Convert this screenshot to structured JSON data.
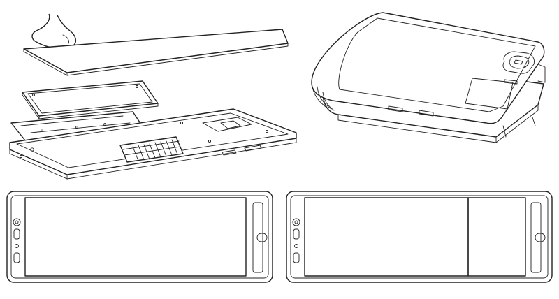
{
  "colors": {
    "ink": "#222222",
    "paper": "#ffffff"
  },
  "figures": [
    {
      "name": "exploded-view",
      "icon": "phone-exploded-assembly"
    },
    {
      "name": "folded-view",
      "icon": "phone-folded-closed"
    },
    {
      "name": "unfolded-front-view",
      "icon": "phone-unfolded-single-screen"
    },
    {
      "name": "unfolded-split-view",
      "icon": "phone-unfolded-split-screen"
    }
  ]
}
